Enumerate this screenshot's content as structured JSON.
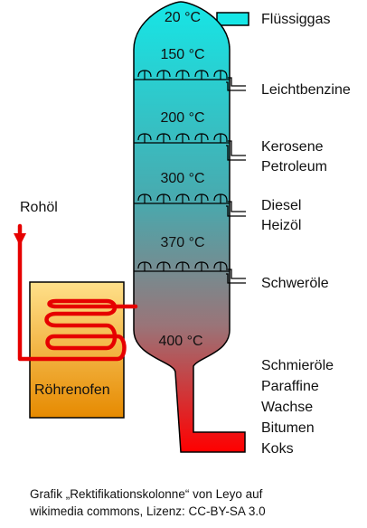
{
  "column": {
    "temperatures": [
      "20 °C",
      "150 °C",
      "200 °C",
      "300 °C",
      "370 °C",
      "400 °C"
    ],
    "gradient_top_color": "#16e6e6",
    "gradient_bottom_color": "#ff0000"
  },
  "products": {
    "top": "Flüssiggas",
    "gasoline": "Leichtbenzine",
    "kerosene_1": "Kerosene",
    "kerosene_2": "Petroleum",
    "diesel_1": "Diesel",
    "diesel_2": "Heizöl",
    "heavy": "Schweröle",
    "residue": [
      "Schmieröle",
      "Paraffine",
      "Wachse",
      "Bitumen",
      "Koks"
    ]
  },
  "inlet": {
    "label": "Rohöl"
  },
  "furnace": {
    "label": "Röhrenofen",
    "gradient_top_color": "#ffe08a",
    "gradient_bottom_color": "#e68a00"
  },
  "caption": {
    "line1": "Grafik „Rektifikationskolonne“ von Leyo auf",
    "line2": "wikimedia commons, Lizenz: CC-BY-SA 3.0"
  }
}
